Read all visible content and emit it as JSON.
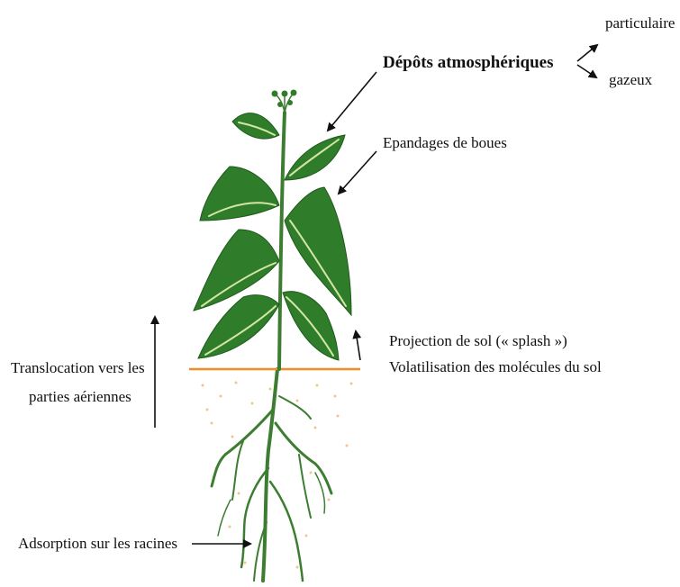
{
  "labels": {
    "atmospheric": "Dépôts atmosphériques",
    "particulate": "particulaire",
    "gaseous": "gazeux",
    "sludge": "Epandages de boues",
    "splash": "Projection de sol (« splash »)",
    "volatilisation": "Volatilisation des molécules du sol",
    "translocation_line1": "Translocation vers les",
    "translocation_line2": "parties aériennes",
    "adsorption": "Adsorption sur les racines"
  },
  "colors": {
    "leaf": "#2f7d2a",
    "leaf_dark": "#1f5a1c",
    "vein": "#d4e6a6",
    "stem": "#3d7d32",
    "ground_line": "#f28c28",
    "soil_dots": "#f2c68a",
    "arrow": "#111111"
  }
}
